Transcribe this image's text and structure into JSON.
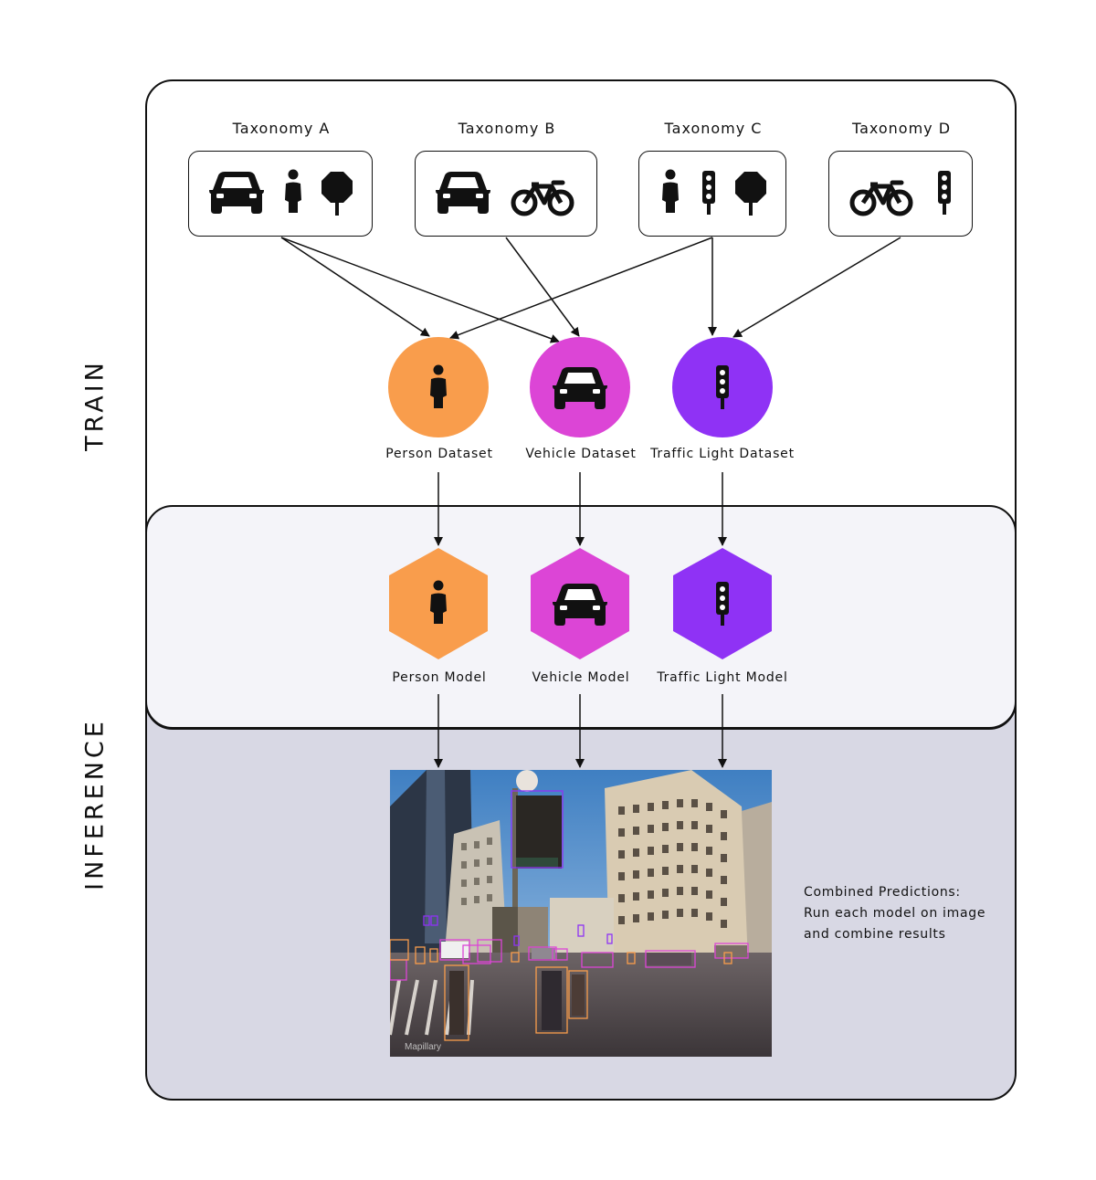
{
  "side_labels": {
    "train": "TRAIN",
    "inference": "INFERENCE"
  },
  "taxonomies": [
    {
      "title": "Taxonomy A",
      "icons": [
        "car-icon",
        "person-icon",
        "stop-sign-icon"
      ]
    },
    {
      "title": "Taxonomy B",
      "icons": [
        "car-icon",
        "bicycle-icon"
      ]
    },
    {
      "title": "Taxonomy C",
      "icons": [
        "person-icon",
        "traffic-light-icon",
        "stop-sign-icon"
      ]
    },
    {
      "title": "Taxonomy D",
      "icons": [
        "bicycle-icon",
        "traffic-light-icon"
      ]
    }
  ],
  "datasets": [
    {
      "label": "Person Dataset",
      "icon": "person-icon",
      "color": "#f99d4c"
    },
    {
      "label": "Vehicle Dataset",
      "icon": "car-icon",
      "color": "#dc45d6"
    },
    {
      "label": "Traffic Light Dataset",
      "icon": "traffic-light-icon",
      "color": "#8f32f5"
    }
  ],
  "models": [
    {
      "label": "Person Model",
      "icon": "person-icon",
      "color": "#f99d4c"
    },
    {
      "label": "Vehicle Model",
      "icon": "car-icon",
      "color": "#dc45d6"
    },
    {
      "label": "Traffic Light Model",
      "icon": "traffic-light-icon",
      "color": "#8f32f5"
    }
  ],
  "inference": {
    "notes": [
      "Combined Predictions:",
      "Run each model on image",
      "and combine results"
    ],
    "image_watermark": "Mapillary"
  },
  "colors": {
    "panel_border": "#111111",
    "model_band_bg": "#f4f4f9",
    "inference_bg": "#d8d8e4"
  }
}
